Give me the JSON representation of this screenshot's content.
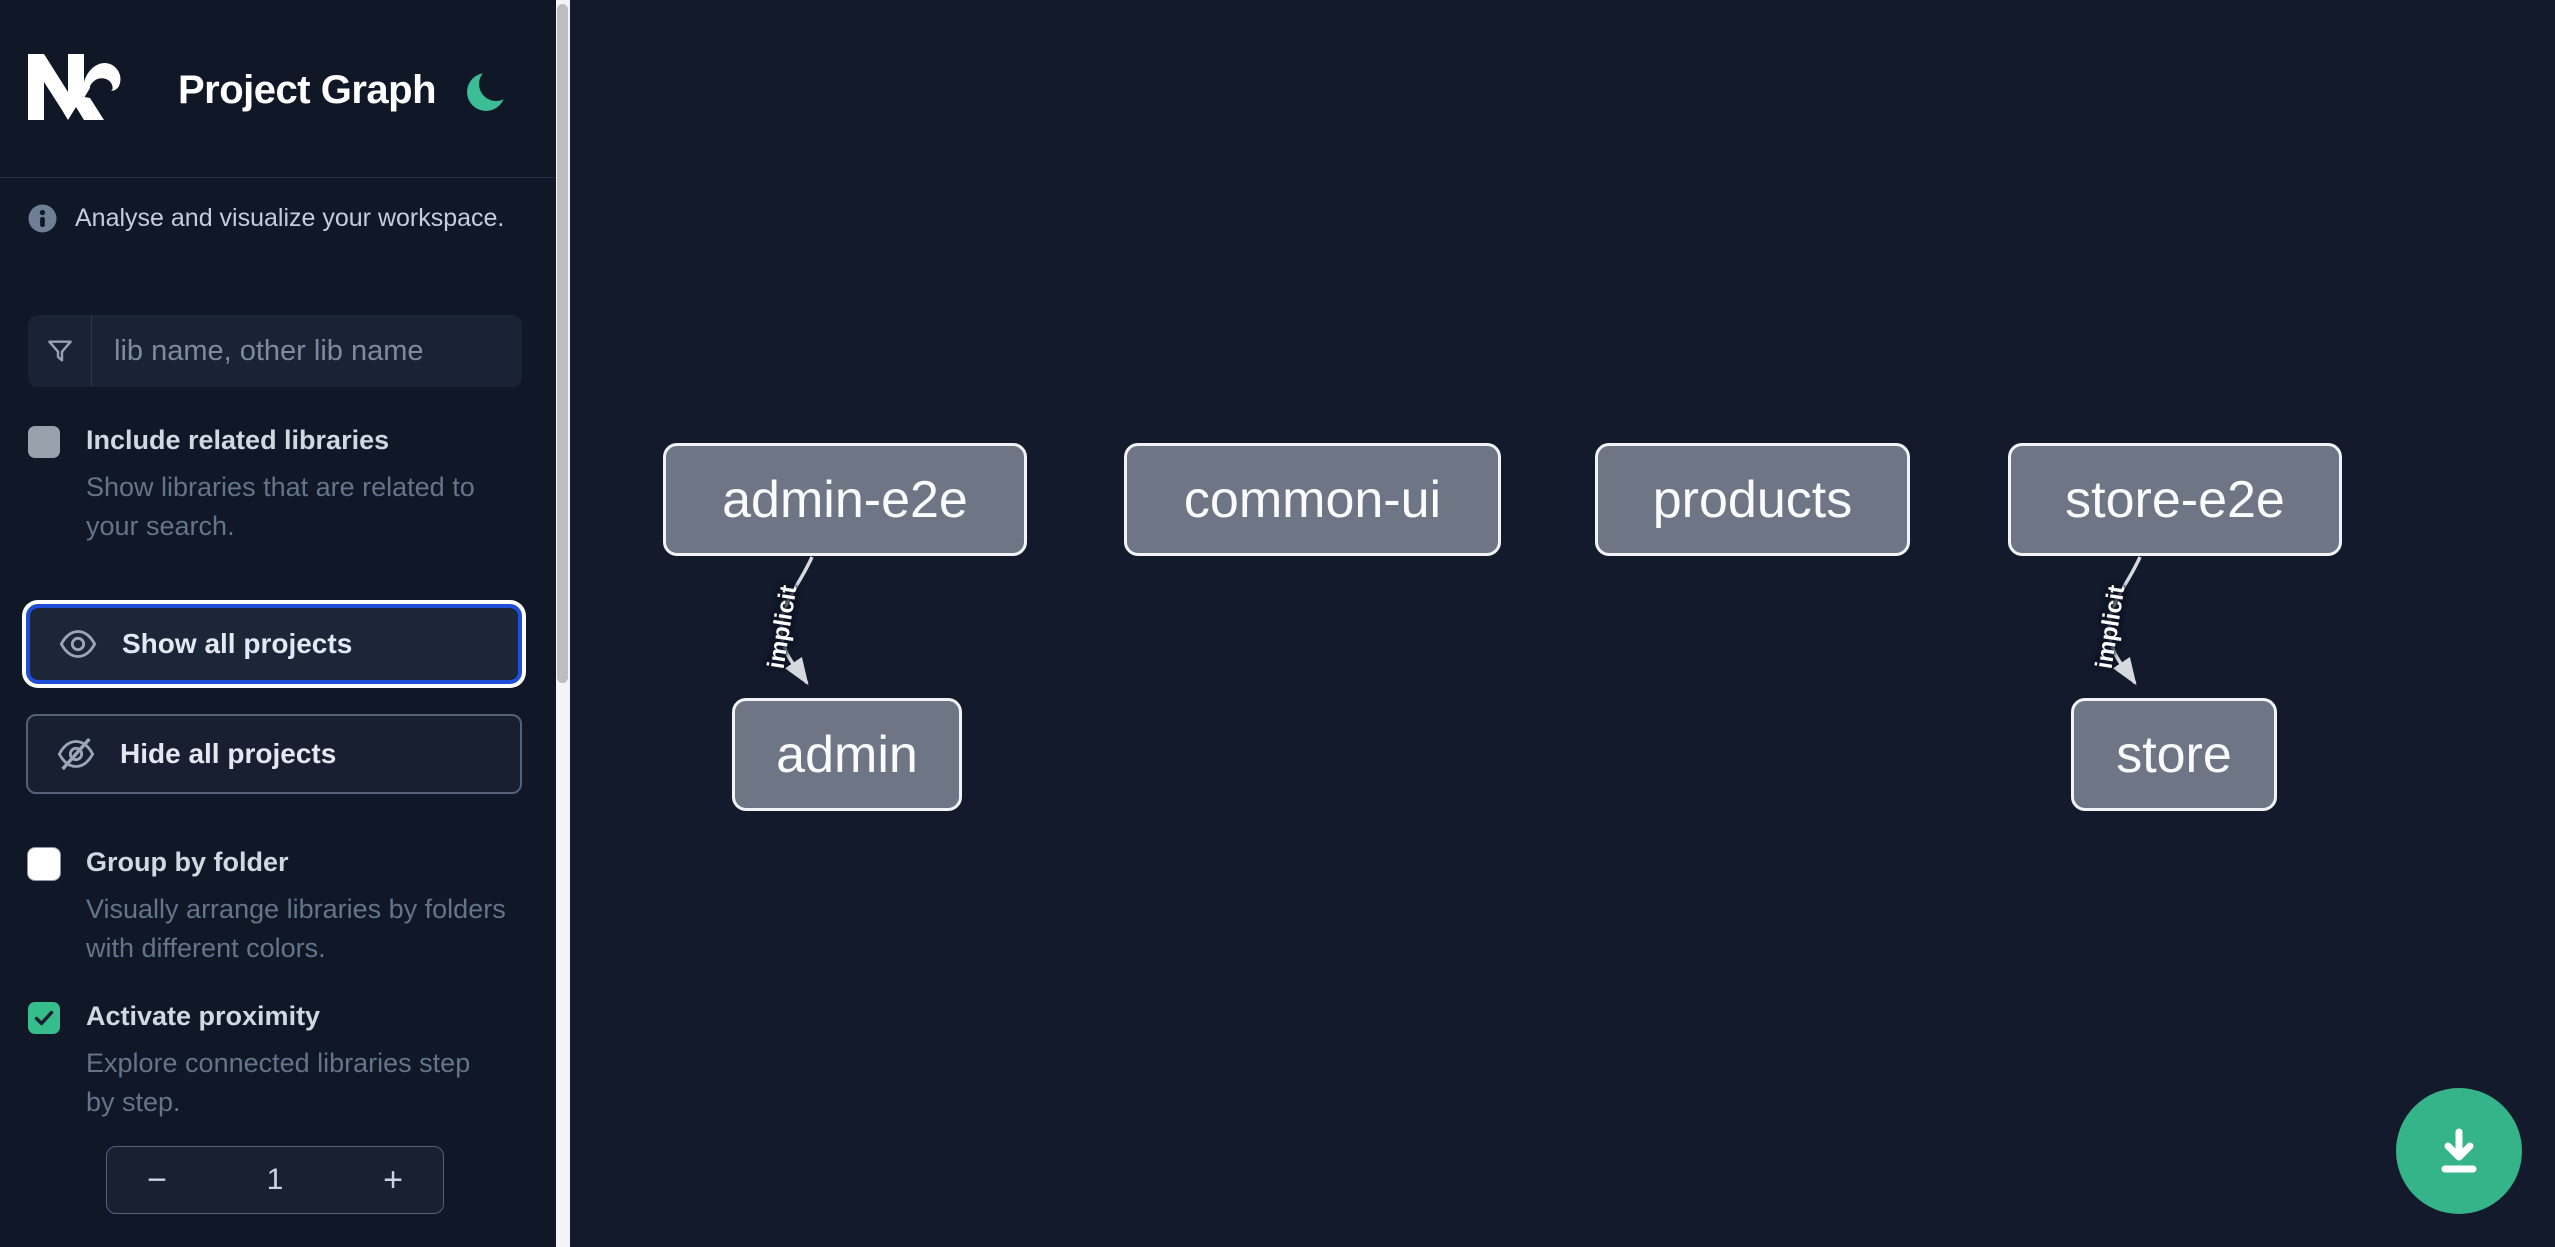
{
  "app": {
    "title": "Project Graph",
    "tagline": "Analyse and visualize your workspace."
  },
  "sidebar": {
    "search": {
      "placeholder": "lib name, other lib name"
    },
    "options": [
      {
        "label": "Include related libraries",
        "description": "Show libraries that are related to your search.",
        "checked": false,
        "disabled": true
      },
      {
        "label": "Group by folder",
        "description": "Visually arrange libraries by folders with different colors.",
        "checked": false
      },
      {
        "label": "Activate proximity",
        "description": "Explore connected libraries step by step.",
        "checked": true
      }
    ],
    "buttons": [
      {
        "label": "Show all projects",
        "icon": "eye-icon",
        "focused": true
      },
      {
        "label": "Hide all projects",
        "icon": "eye-off-icon",
        "focused": false
      }
    ],
    "stepper": {
      "decrement": "−",
      "value": "1",
      "increment": "+"
    }
  },
  "graph": {
    "nodes": [
      {
        "label": "admin-e2e"
      },
      {
        "label": "common-ui"
      },
      {
        "label": "products"
      },
      {
        "label": "store-e2e"
      },
      {
        "label": "admin"
      },
      {
        "label": "store"
      }
    ],
    "edges": [
      {
        "from": "admin-e2e",
        "to": "admin",
        "label": "implicit"
      },
      {
        "from": "store-e2e",
        "to": "store",
        "label": "implicit"
      }
    ]
  },
  "colors": {
    "sidebar_bg": "#101726",
    "canvas_bg": "#131a2b",
    "accent_green": "#35b389",
    "checkbox_green": "#36bd8e",
    "focus_blue": "#1f4fd8",
    "node_fill": "#6e7585",
    "node_border": "#f1f3f6",
    "edge_stroke": "#d6dade"
  }
}
